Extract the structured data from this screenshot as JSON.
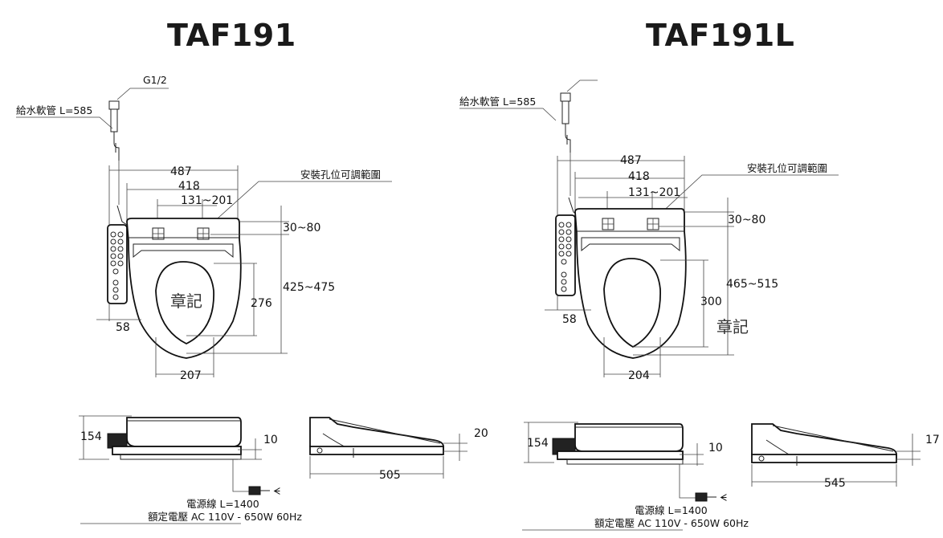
{
  "models": [
    {
      "name": "TAF191",
      "pipe_fitting": "G1/2",
      "supply_hose": "給水軟管 L=585",
      "install_range_label": "安裝孔位可調範圍",
      "dim_overall_width": "487",
      "dim_seat_width": "418",
      "dim_hole_spacing": "131~201",
      "dim_hole_offset": "30~80",
      "dim_total_length": "425~475",
      "dim_opening_length": "276",
      "dim_panel_width": "58",
      "dim_opening_width": "207",
      "stamp": "章記",
      "dim_side_height": "154",
      "dim_side_gap": "10",
      "dim_lid_height": "20",
      "dim_depth": "505",
      "power_cord": "電源線 L=1400",
      "rated_voltage": "額定電壓 AC 110V - 650W 60Hz"
    },
    {
      "name": "TAF191L",
      "supply_hose": "給水軟管 L=585",
      "install_range_label": "安裝孔位可調範圍",
      "dim_overall_width": "487",
      "dim_seat_width": "418",
      "dim_hole_spacing": "131~201",
      "dim_hole_offset": "30~80",
      "dim_total_length": "465~515",
      "dim_opening_length": "300",
      "dim_panel_width": "58",
      "dim_opening_width": "204",
      "stamp": "章記",
      "dim_side_height": "154",
      "dim_side_gap": "10",
      "dim_lid_height": "17",
      "dim_depth": "545",
      "power_cord": "電源線 L=1400",
      "rated_voltage": "額定電壓 AC 110V - 650W 60Hz"
    }
  ]
}
